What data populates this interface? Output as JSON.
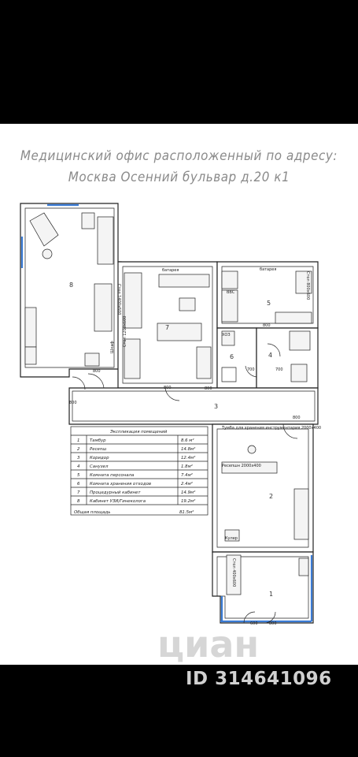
{
  "title_line1": "Медицинский офис расположенный по адресу:",
  "title_line2": "Москва Осенний бульвар д.20 к1",
  "rooms": [
    {
      "n": "1",
      "name": "Тамбур",
      "area": "8.6 м²"
    },
    {
      "n": "2",
      "name": "Ресепш",
      "area": "14.8м²"
    },
    {
      "n": "3",
      "name": "Коридор",
      "area": "12.4м²"
    },
    {
      "n": "4",
      "name": "Санузел",
      "area": "1.8м²"
    },
    {
      "n": "5",
      "name": "Комната персонала",
      "area": "7.4м²"
    },
    {
      "n": "6",
      "name": "Комната хранения отходов",
      "area": "2.4м²"
    },
    {
      "n": "7",
      "name": "Процедурный кабинет",
      "area": "14.9м²"
    },
    {
      "n": "8",
      "name": "Кабинет УЗИ/Гинеколога",
      "area": "19.2м²"
    }
  ],
  "table_header": "Экспликация помещений",
  "total_label": "Общая площадь",
  "total_area": "81.5м²",
  "labels": {
    "stol1": "Стол 1400х600",
    "stol2": "Стол 1200х600",
    "stol3": "Стол 800х600",
    "stol4": "Стол 400х600",
    "tumba": "Тумба для хранения инструментария 2000х400",
    "reception": "Ресепшн 2000х400",
    "hoz": "ХОЗ",
    "bvs": "ВВС",
    "battery": "батарея",
    "shkaf": "Шкаф",
    "kuler": "Кулер"
  },
  "dims": [
    "800",
    "800",
    "800",
    "800",
    "800",
    "700",
    "700",
    "600",
    "800",
    "800"
  ],
  "watermark": "циан",
  "id_text": "ID 314641096"
}
